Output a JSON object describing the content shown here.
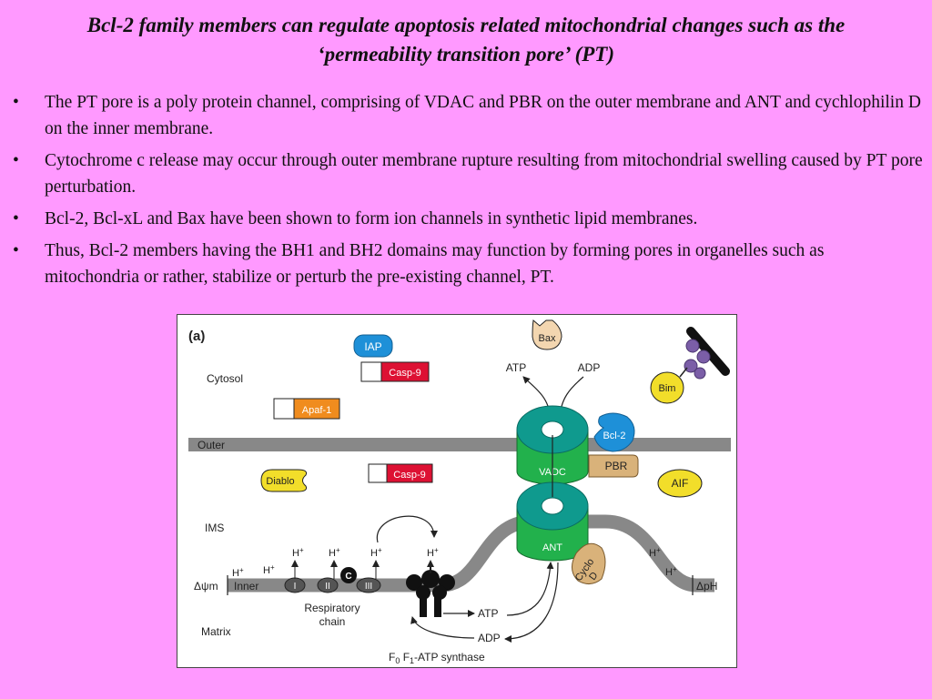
{
  "slide": {
    "title_line1": "Bcl-2 family members can regulate apoptosis related mitochondrial changes such as the",
    "title_line2": "‘permeability transition pore’ (PT)",
    "bullet_symbol": "•",
    "bullets": [
      "The PT pore is a poly protein channel, comprising of VDAC and PBR on the outer membrane and ANT and cychlophilin D on the inner membrane.",
      "Cytochrome c release may occur through outer membrane rupture resulting from mitochondrial swelling caused by PT pore perturbation.",
      "Bcl-2, Bcl-xL and Bax have been shown to form ion channels in synthetic lipid membranes.",
      "Thus, Bcl-2 members having the BH1 and BH2 domains may function by forming pores in organelles such as mitochondria or rather, stabilize or perturb the pre-existing channel, PT."
    ]
  },
  "figure": {
    "panel_label": "(a)",
    "regions": {
      "cytosol": "Cytosol",
      "outer": "Outer",
      "ims": "IMS",
      "inner": "Inner",
      "matrix": "Matrix"
    },
    "proteins": {
      "iap": "IAP",
      "casp9_top": "Casp-9",
      "apaf1": "Apaf-1",
      "diablo": "Diablo",
      "casp9_mid": "Casp-9",
      "bax": "Bax",
      "bim": "Bim",
      "bcl2": "Bcl-2",
      "vadc": "VADC",
      "pbr": "PBR",
      "ant": "ANT",
      "cyclo_line1": "Cyclo",
      "cyclo_line2": "D",
      "aif": "AIF",
      "cytc": "C"
    },
    "complexes": {
      "c1": "I",
      "c2": "II",
      "c3": "III"
    },
    "labels": {
      "atp_top": "ATP",
      "adp_top": "ADP",
      "h_plus": "H+",
      "delta_psi": "Δψm",
      "delta_ph": "ΔpH",
      "resp_chain_line1": "Respiratory",
      "resp_chain_line2": "chain",
      "atp_bottom": "ATP",
      "adp_bottom": "ADP",
      "synthase": "F0 F1-ATP synthase"
    },
    "colors": {
      "background": "#ff99ff",
      "membrane": "#888888",
      "teal": "#0f9a8e",
      "green": "#22b14c",
      "iap_blue": "#1e90d8",
      "casp_red": "#dd1133",
      "apaf_orange": "#f08c1e",
      "yellow": "#f2de2a",
      "tan": "#d9b27a",
      "purple": "#7b5ea7"
    }
  }
}
